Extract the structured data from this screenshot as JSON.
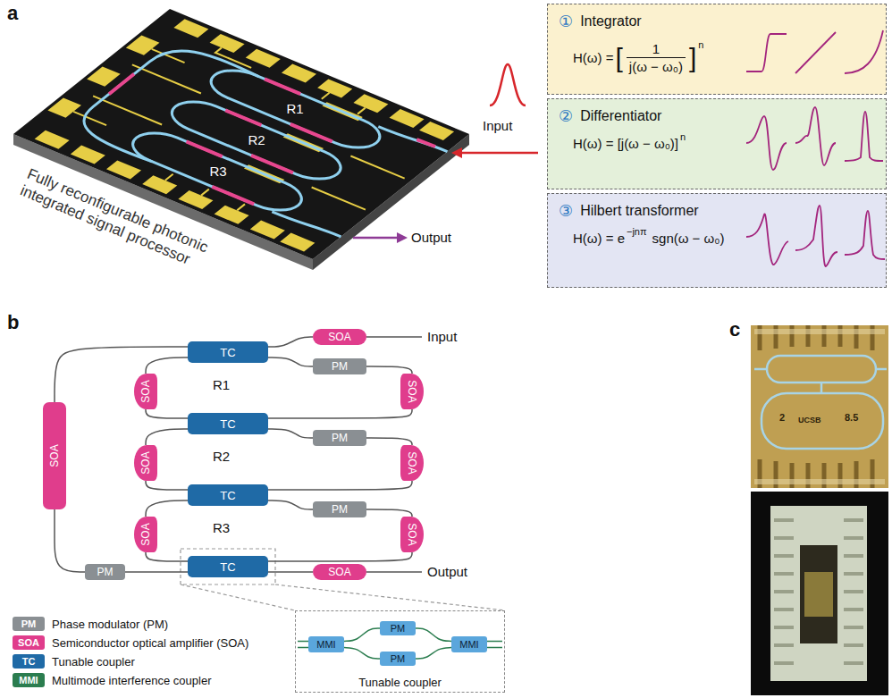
{
  "diagram": {
    "nodes": [
      {
        "text": [
          "①",
          "Integrator",
          "H(ω) =",
          "[",
          "1",
          "j(ω − ω₀)",
          "]",
          "n"
        ]
      },
      {
        "text": [
          "②",
          "Differentiator",
          "H(ω) = [j(ω − ω₀)]",
          "n"
        ]
      },
      {
        "text": [
          "③",
          "Hilbert transformer",
          "H(ω) = e",
          "−jnπ",
          "sgn(ω − ω₀)"
        ]
      },
      {
        "text": [
          "TC"
        ]
      },
      {
        "text": [
          "SOA"
        ]
      },
      {
        "text": [
          "PM"
        ]
      },
      {
        "text": [
          "SOA"
        ]
      },
      {
        "text": [
          "SOA"
        ]
      },
      {
        "text": [
          "TC"
        ]
      },
      {
        "text": [
          "PM"
        ]
      },
      {
        "text": [
          "SOA"
        ]
      },
      {
        "text": [
          "SOA"
        ]
      },
      {
        "text": [
          "TC"
        ]
      },
      {
        "text": [
          "PM"
        ]
      },
      {
        "text": [
          "SOA"
        ]
      },
      {
        "text": [
          "SOA"
        ]
      },
      {
        "text": [
          "TC"
        ]
      },
      {
        "text": [
          "SOA"
        ]
      },
      {
        "text": [
          "PM"
        ]
      },
      {
        "text": [
          "SOA"
        ]
      },
      {
        "text": [
          "Tunable coupler"
        ]
      },
      {
        "text": [
          "MMI"
        ],
        "in": 20
      },
      {
        "text": [
          "PM"
        ],
        "in": 20
      },
      {
        "text": [
          "PM"
        ],
        "in": 20
      },
      {
        "text": [
          "MMI"
        ],
        "in": 20
      }
    ],
    "edges": [
      {
        "from": 4,
        "to": 3,
        "arrow": "none"
      },
      {
        "from": 3,
        "to": 5,
        "arrow": "none"
      },
      {
        "from": 5,
        "to": 7,
        "arrow": "none"
      },
      {
        "from": 7,
        "to": 8,
        "arrow": "none"
      },
      {
        "from": 8,
        "to": 6,
        "arrow": "none"
      },
      {
        "from": 6,
        "to": 3,
        "arrow": "none"
      },
      {
        "from": 8,
        "to": 9,
        "arrow": "none"
      },
      {
        "from": 9,
        "to": 11,
        "arrow": "none"
      },
      {
        "from": 11,
        "to": 12,
        "arrow": "none"
      },
      {
        "from": 12,
        "to": 10,
        "arrow": "none"
      },
      {
        "from": 10,
        "to": 8,
        "arrow": "none"
      },
      {
        "from": 12,
        "to": 13,
        "arrow": "none"
      },
      {
        "from": 13,
        "to": 15,
        "arrow": "none"
      },
      {
        "from": 15,
        "to": 16,
        "arrow": "none"
      },
      {
        "from": 16,
        "to": 14,
        "arrow": "none"
      },
      {
        "from": 14,
        "to": 12,
        "arrow": "none"
      },
      {
        "from": 16,
        "to": 17,
        "arrow": "none"
      },
      {
        "from": 16,
        "to": 18,
        "arrow": "none"
      },
      {
        "from": 18,
        "to": 19,
        "arrow": "none"
      },
      {
        "from": 19,
        "to": 3,
        "arrow": "none"
      },
      {
        "from": 21,
        "to": 22,
        "arrow": "none"
      },
      {
        "from": 21,
        "to": 23,
        "arrow": "none"
      },
      {
        "from": 22,
        "to": 24,
        "arrow": "none"
      },
      {
        "from": 23,
        "to": 24,
        "arrow": "none"
      }
    ],
    "labels": [
      "a",
      "R1",
      "R2",
      "R3",
      "Input",
      "Output",
      "Fully reconfigurable photonic integrated signal processor",
      "b",
      "Input",
      "R1",
      "R2",
      "R3",
      "Output",
      "PM",
      "SOA",
      "TC",
      "MMI",
      "c",
      "2",
      "UCSB",
      "8.5"
    ],
    "legend": [
      {
        "text": "Phase modulator (PM)",
        "color": "#8a8f93"
      },
      {
        "text": "Semiconductor optical amplifier (SOA)",
        "color": "#e03d8c"
      },
      {
        "text": "Tunable coupler",
        "color": "#1f6aa6"
      },
      {
        "text": "Multimode interference coupler",
        "color": "#2b7d4f"
      }
    ]
  }
}
